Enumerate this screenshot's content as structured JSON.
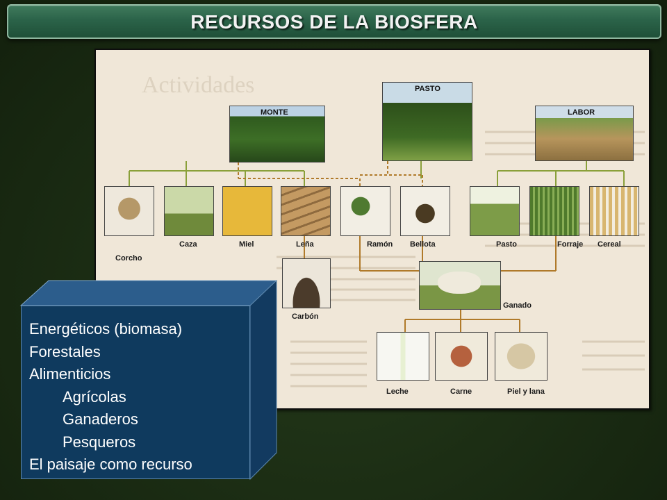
{
  "slide": {
    "title": "RECURSOS DE LA BIOSFERA"
  },
  "diagram": {
    "background_heading": "Actividades",
    "land_uses": {
      "monte": "MONTE",
      "pasto": "PASTO",
      "labor": "LABOR"
    },
    "resources": {
      "corcho": "Corcho",
      "caza": "Caza",
      "miel": "Miel",
      "lena": "Leña",
      "ramon": "Ramón",
      "bellota": "Bellota",
      "pasto": "Pasto",
      "forraje": "Forraje",
      "cereal": "Cereal",
      "carbon": "Carbón",
      "ganado": "Ganado",
      "leche": "Leche",
      "carne": "Carne",
      "piel": "Piel y lana"
    }
  },
  "categories": {
    "items": [
      "Energéticos (biomasa)",
      "Forestales",
      "Alimenticios",
      "Agrícolas",
      "Ganaderos",
      "Pesqueros",
      "El paisaje como recurso"
    ]
  }
}
